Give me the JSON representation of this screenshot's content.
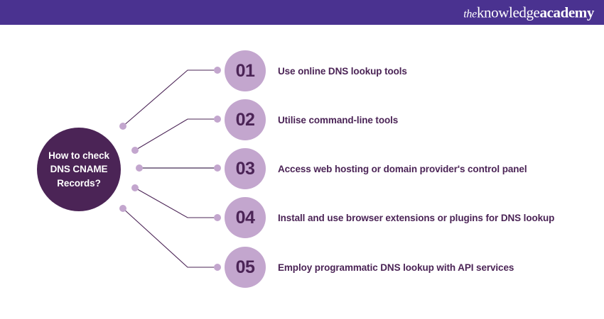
{
  "header": {
    "background_color": "#4a3290",
    "logo": {
      "the": "the",
      "knowledge": "knowledge",
      "academy": "academy"
    }
  },
  "diagram": {
    "type": "radial-step-list",
    "colors": {
      "main_circle_fill": "#4b2456",
      "main_circle_text": "#ffffff",
      "step_circle_fill": "#c3a6ce",
      "step_number_text": "#4b2456",
      "step_label_text": "#4b2456",
      "connector_line": "#4b2456",
      "connector_dot": "#c3a6ce",
      "page_background": "#ffffff"
    },
    "main_topic": {
      "label": "How to check DNS CNAME Records?"
    },
    "steps": [
      {
        "number": "01",
        "label": "Use online DNS lookup tools"
      },
      {
        "number": "02",
        "label": "Utilise command-line tools"
      },
      {
        "number": "03",
        "label": "Access web hosting or domain provider's control panel"
      },
      {
        "number": "04",
        "label": "Install and use browser extensions or plugins for DNS lookup"
      },
      {
        "number": "05",
        "label": "Employ programmatic DNS lookup with API services"
      }
    ]
  }
}
